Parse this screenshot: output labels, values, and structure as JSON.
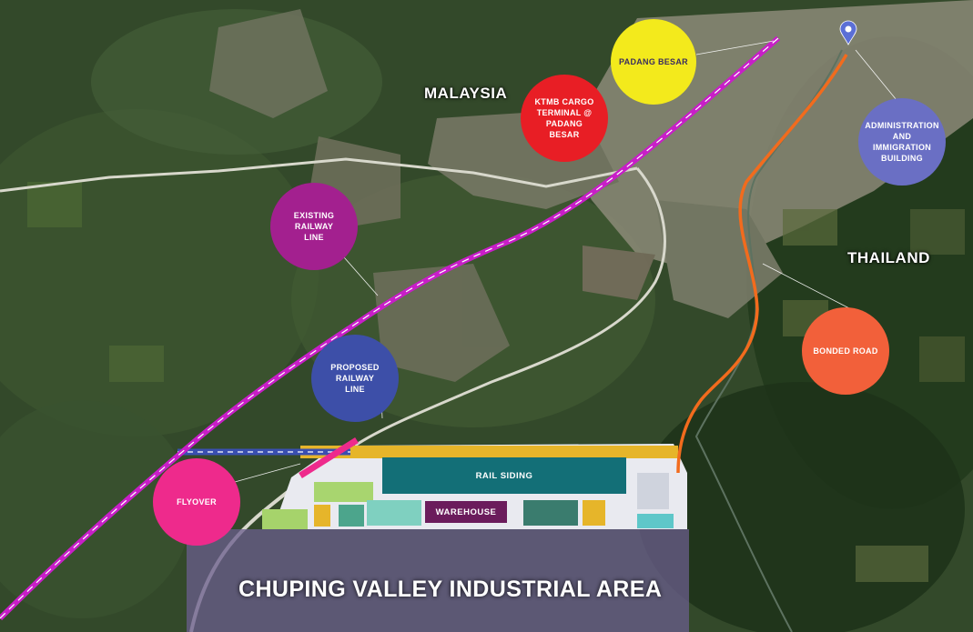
{
  "countries": {
    "malaysia": "MALAYSIA",
    "thailand": "THAILAND"
  },
  "callouts": {
    "padang_besar": "PADANG BESAR",
    "ktmb_cargo": "KTMB CARGO TERMINAL @ PADANG BESAR",
    "admin_building": "ADMINISTRATION AND IMMIGRATION BUILDING",
    "existing_railway": "EXISTING RAILWAY LINE",
    "proposed_railway": "PROPOSED RAILWAY LINE",
    "bonded_road": "BONDED ROAD",
    "flyover": "FLYOVER"
  },
  "site_labels": {
    "rail_siding": "RAIL SIDING",
    "warehouse": "WAREHOUSE"
  },
  "area_title": "CHUPING VALLEY INDUSTRIAL AREA",
  "colors": {
    "existing_railway": "#c81ec8",
    "proposed_railway": "#3a4fb0",
    "bonded_road": "#f26b1d",
    "padang_besar": "#f3ea1c",
    "ktmb_cargo": "#e81e25",
    "admin_building": "#6a6fc4",
    "existing_railway_circle": "#a3208f",
    "proposed_railway_circle": "#3d4fa8",
    "bonded_road_circle": "#f2603a",
    "flyover_circle": "#ee2a8c",
    "rail_siding": "#136f77",
    "warehouse": "#6b1c5c",
    "industrial_area_overlay": "#6b5d8e"
  },
  "icons": {
    "location_pin": "location-pin-icon"
  }
}
